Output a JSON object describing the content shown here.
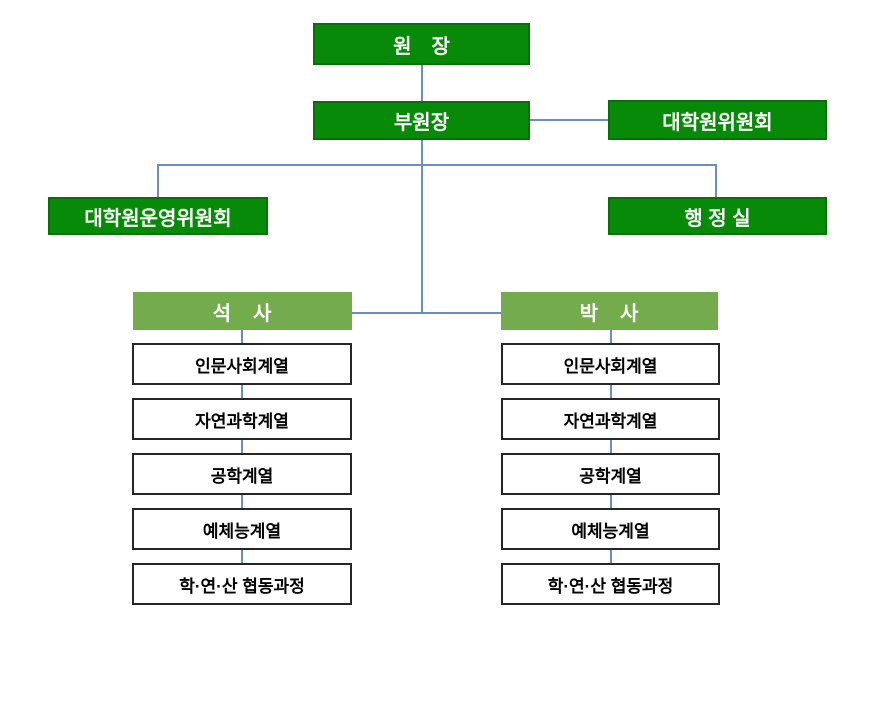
{
  "colors": {
    "dark_green": "#078A07",
    "dark_green_border": "#0A6F0A",
    "light_green": "#74AC4D",
    "connector_blue": "#6A8FBC",
    "white_box_border": "#262626",
    "background": "#FFFFFF"
  },
  "org_chart": {
    "director": {
      "label": "원　장"
    },
    "vice_director": {
      "label": "부원장"
    },
    "graduate_committee": {
      "label": "대학원위원회"
    },
    "operating_committee": {
      "label": "대학원운영위원회"
    },
    "admin_office": {
      "label": "행 정 실"
    },
    "tracks": [
      {
        "id": "masters",
        "label": "석　사",
        "departments": [
          "인문사회계열",
          "자연과학계열",
          "공학계열",
          "예체능계열",
          "학·연·산 협동과정"
        ]
      },
      {
        "id": "doctoral",
        "label": "박　사",
        "departments": [
          "인문사회계열",
          "자연과학계열",
          "공학계열",
          "예체능계열",
          "학·연·산 협동과정"
        ]
      }
    ]
  }
}
